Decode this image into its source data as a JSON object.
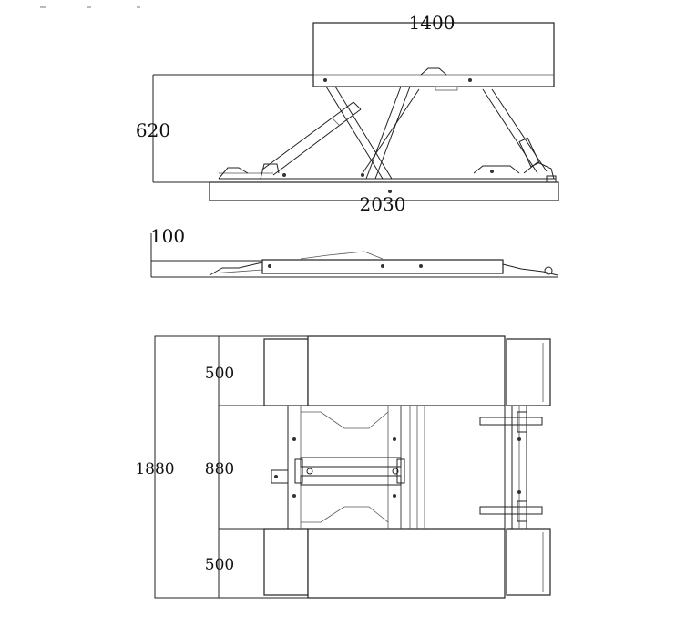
{
  "side_view_raised": {
    "platform_length": "1400",
    "lift_height": "620",
    "base_length": "2030"
  },
  "side_view_lowered": {
    "lowered_height": "100"
  },
  "top_view": {
    "total_width": "1880",
    "platform_width_top": "500",
    "gap_width": "880",
    "platform_width_bottom": "500"
  },
  "colors": {
    "line": "#222222",
    "background": "#ffffff"
  }
}
